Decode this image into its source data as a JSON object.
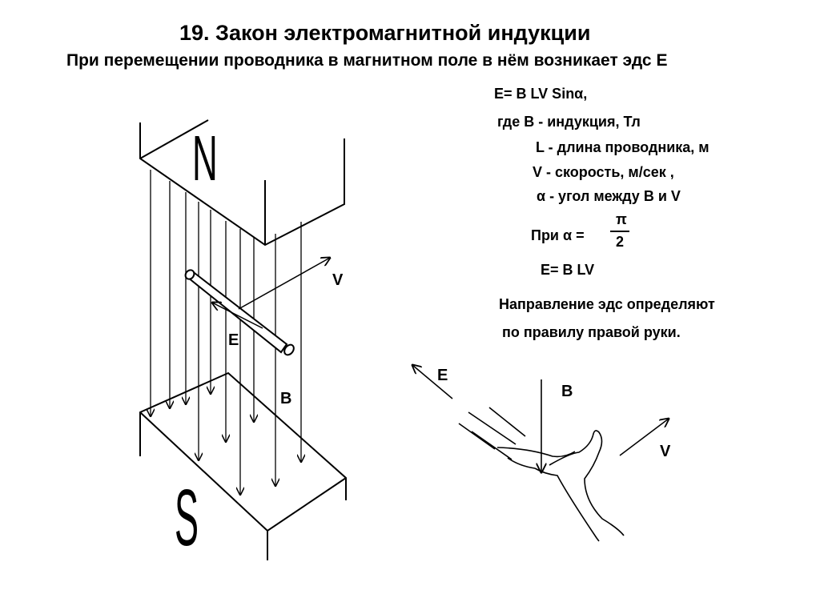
{
  "title": "19. Закон электромагнитной индукции",
  "subtitle": "При перемещении проводника  в магнитном поле  в  нём   возникает эдс  Е",
  "formula": {
    "main": "E=  B LV Sinα,",
    "where_b": "где  В - индукция, Тл",
    "def_l": "L -  длина проводника, м",
    "def_v": "V - скорость, м/сек ,",
    "def_alpha": "α - угол между  В и V",
    "when": "При  α =",
    "frac_num": "π",
    "frac_den": "2",
    "result": "E=  B LV"
  },
  "rule": {
    "line1": "Направление  эдс  определяют",
    "line2": "по правилу   правой  руки."
  },
  "magnet": {
    "north_label": "N",
    "south_label": "S",
    "velocity_label": "V",
    "emf_label": "E",
    "field_label": "B"
  },
  "hand": {
    "emf_label": "E",
    "field_label": "B",
    "velocity_label": "V"
  }
}
